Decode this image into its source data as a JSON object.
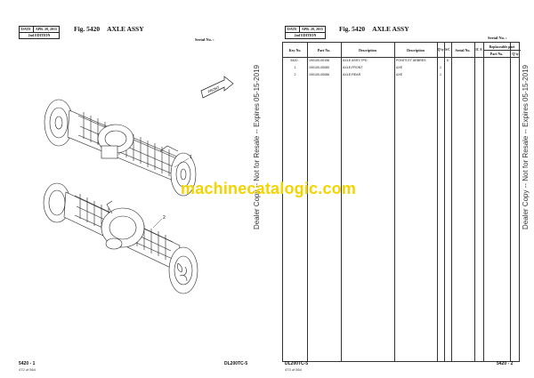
{
  "left_header": {
    "date_label": "DATE",
    "date_value": "APR. 28, 2015",
    "edition": "2nd EDITION"
  },
  "right_header": {
    "date_label": "DATE",
    "date_value": "APR. 28, 2015",
    "edition": "2nd EDITION"
  },
  "left_fig": {
    "number": "Fig. 5420",
    "title": "AXLE ASSY"
  },
  "right_fig": {
    "number": "Fig. 5420",
    "title": "AXLE ASSY"
  },
  "left_serial": "Serial No. :",
  "right_serial": "Serial No. :",
  "front_label": "FRONT",
  "callouts": [
    "1",
    "2"
  ],
  "table": {
    "headers": {
      "key_no": "Key No.",
      "part_no": "Part No.",
      "description": "Description",
      "description2": "Description",
      "qty": "Q'ty",
      "sc": "S/C",
      "serial_no": "Serial No.",
      "ic_a": "IC A",
      "replaceable": "Replaceable part",
      "rep_part_no": "Part No.",
      "rep_qty": "Q'ty"
    },
    "rows": [
      {
        "key": "5420 -",
        "part": "190100-00196",
        "desc": "AXLE ASSY;TPD",
        "desc2": "PONTS ET ARBRES",
        "qty": "",
        "sc": "D"
      },
      {
        "key": "1",
        "part": "190100-00080",
        "desc": "AXLE;FRONT",
        "desc2": "AXE",
        "qty": "1",
        "sc": ""
      },
      {
        "key": "2",
        "part": "190100-00086",
        "desc": "AXLE;REAR",
        "desc2": "AXE",
        "qty": "1",
        "sc": ""
      }
    ]
  },
  "vertical_text": "Dealer Copy -- Not for Resale -- Expires 05-15-2019",
  "watermark": "machinecatalogic.com",
  "footer": {
    "left_page": "5420 - 1",
    "left_model": "DL200TC-5",
    "left_count": "472 of 564",
    "right_model": "DL200TC-5",
    "right_count": "473 of 564",
    "right_page": "5420 - 2"
  }
}
